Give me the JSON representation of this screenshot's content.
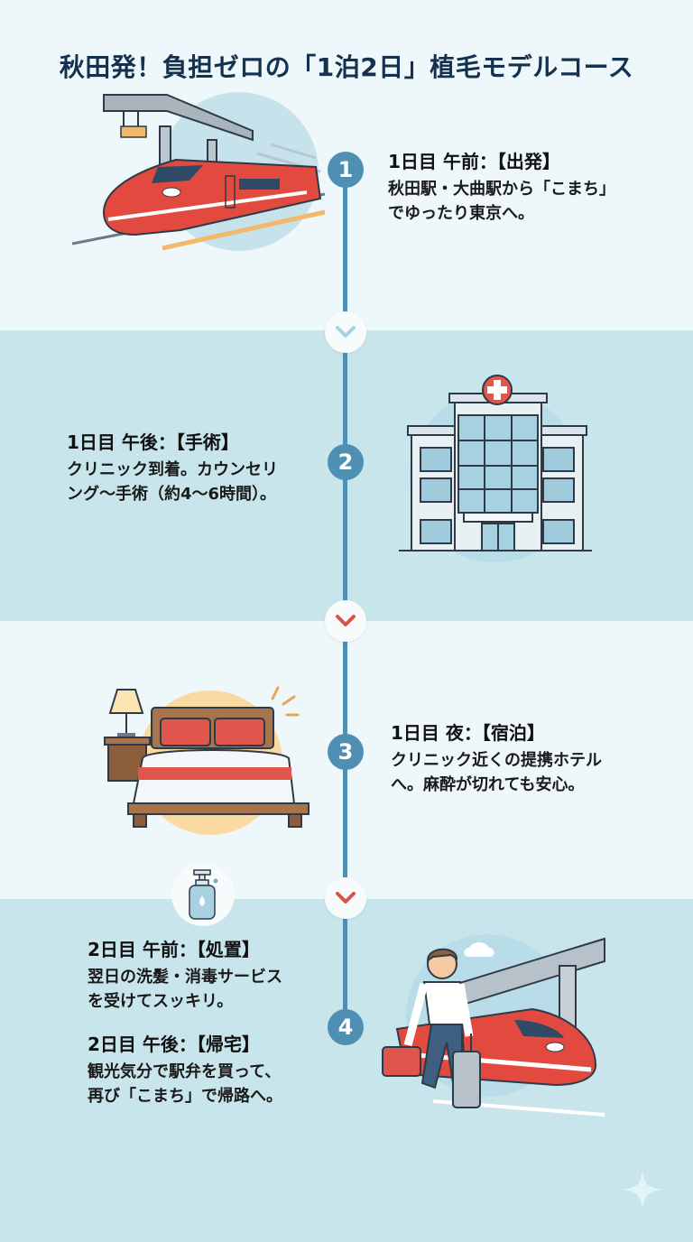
{
  "title": "秋田発！負担ゼロの「1泊2日」植毛モデルコース",
  "colors": {
    "title": "#14314f",
    "timeline": "#4e8fb3",
    "band_light": "#eef8fa",
    "band_dark": "#c9e5ec",
    "accent_red": "#d9534a"
  },
  "steps": [
    {
      "number": "1",
      "heading": "1日目 午前：【出発】",
      "body": [
        "秋田駅・大曲駅から「こまち」",
        "でゆったり東京へ。"
      ],
      "illustration": "bullet-train-station"
    },
    {
      "number": "2",
      "heading": "1日目 午後：【手術】",
      "body": [
        "クリニック到着。カウンセリ",
        "ング〜手術（約4〜6時間）。"
      ],
      "illustration": "clinic-building"
    },
    {
      "number": "3",
      "heading": "1日目 夜：【宿泊】",
      "body": [
        "クリニック近くの提携ホテル",
        "へ。麻酔が切れても安心。"
      ],
      "illustration": "hotel-bed"
    },
    {
      "number": "4",
      "heading": "2日目 午前：【処置】",
      "body": [
        "翌日の洗髪・消毒サービス",
        "を受けてスッキリ。"
      ],
      "heading2": "2日目 午後：【帰宅】",
      "body2": [
        "観光気分で駅弁を買って、",
        "再び「こまち」で帰路へ。"
      ],
      "illustration": "traveler-with-train"
    }
  ],
  "connectors": [
    {
      "icon": "chevron-down-icon",
      "color": "#a9d3df"
    },
    {
      "icon": "chevron-down-icon",
      "color": "#d9534a"
    },
    {
      "icon": "chevron-down-icon",
      "color": "#d9534a"
    }
  ],
  "badges": {
    "sanitizer": "sanitizer-bottle-icon",
    "sparkle": "sparkle-icon"
  }
}
